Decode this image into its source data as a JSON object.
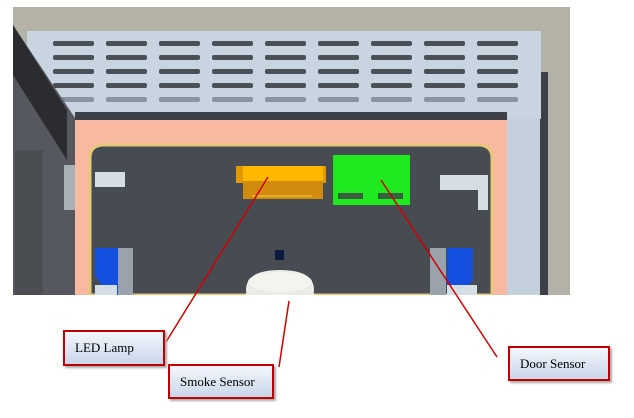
{
  "labels": {
    "led_lamp": "LED Lamp",
    "smoke_sensor": "Smoke Sensor",
    "door_sensor": "Door Sensor"
  },
  "colors": {
    "callout_line": "#d00000",
    "led_lamp": "#ffb800",
    "door_sensor": "#1ee81e",
    "frame": "#f8b9a0",
    "panel": "#474b52"
  }
}
